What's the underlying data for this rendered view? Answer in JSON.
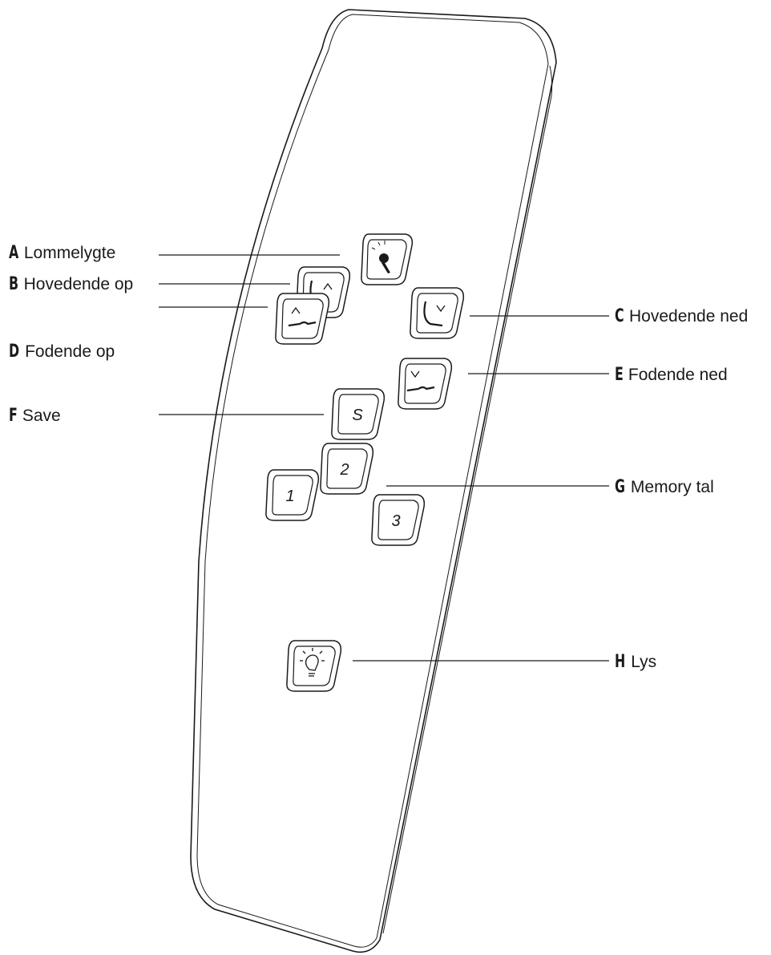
{
  "callouts": [
    {
      "id": "A",
      "key": "A",
      "text": "Lommelygte"
    },
    {
      "id": "B",
      "key": "B",
      "text": "Hovedende op"
    },
    {
      "id": "C",
      "key": "C",
      "text": "Hovedende ned"
    },
    {
      "id": "D",
      "key": "D",
      "text": "Fodende op"
    },
    {
      "id": "E",
      "key": "E",
      "text": "Fodende ned"
    },
    {
      "id": "F",
      "key": "F",
      "text": "Save"
    },
    {
      "id": "G",
      "key": "G",
      "text": "Memory tal"
    },
    {
      "id": "H",
      "key": "H",
      "text": "Lys"
    }
  ],
  "buttons": {
    "save": "S",
    "memory_1": "1",
    "memory_2": "2",
    "memory_3": "3"
  },
  "icons": {
    "flashlight": "flashlight-icon",
    "head_up": "head-up-icon",
    "head_down": "head-down-icon",
    "foot_up": "foot-up-icon",
    "foot_down": "foot-down-icon",
    "light": "light-bulb-icon"
  },
  "colors": {
    "line": "#1a1a1a",
    "background": "#ffffff"
  }
}
